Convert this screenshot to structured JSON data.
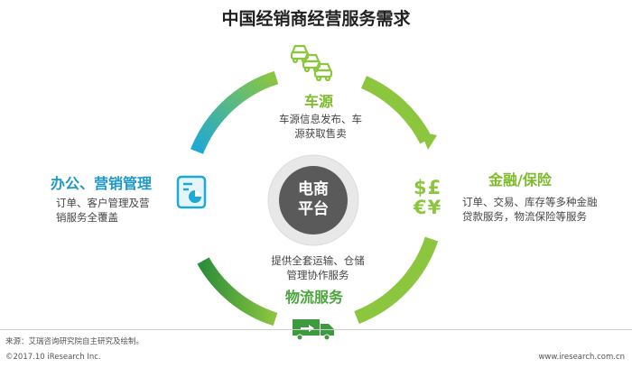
{
  "title": "中国经销商经营服务需求",
  "center": {
    "line1": "电商",
    "line2": "平台"
  },
  "nodes": {
    "car": {
      "title": "车源",
      "desc_line1": "车源信息发布、车",
      "desc_line2": "源获取售卖",
      "icon": "cars-icon"
    },
    "finance": {
      "title": "金融/保险",
      "desc_line1": "订单、交易、库存等多种金融",
      "desc_line2": "贷款服务，物流保险等服务",
      "icon": "currency-icon",
      "symbols": "$£ €¥"
    },
    "office": {
      "title": "办公、营销管理",
      "desc_line1": "订单、客户管理及营",
      "desc_line2": "销服务全覆盖",
      "icon": "report-icon"
    },
    "logistics": {
      "title": "物流服务",
      "desc_line1": "提供全套运输、仓储",
      "desc_line2": "管理协作服务",
      "icon": "truck-icon"
    }
  },
  "footer": {
    "source": "来源：艾瑞咨询研究院自主研究及绘制。",
    "copyright": "©2017.10 iResearch Inc.",
    "website": "www.iresearch.com.cn"
  },
  "colors": {
    "ring_green": "#8cc63f",
    "ring_dark_green": "#3d9a3f",
    "ring_blue": "#1ca9d6",
    "center_gray": "#595959"
  }
}
